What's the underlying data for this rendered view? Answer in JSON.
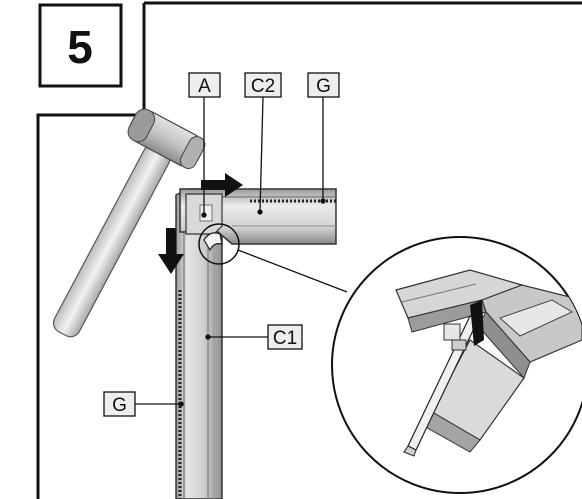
{
  "step_number": "5",
  "labels": {
    "a": "A",
    "c2": "C2",
    "g_top": "G",
    "c1": "C1",
    "g_left": "G"
  },
  "icons": [
    "hammer-icon",
    "arrow-right-icon",
    "arrow-down-icon",
    "magnifier-circle"
  ],
  "colors": {
    "line": "#111111",
    "frame_light": "#dcdcdc",
    "frame_mid": "#b5b5b5",
    "frame_dark": "#7a7a7a",
    "hammer_head": "#c9c9c9",
    "hammer_handle": "#e3e3e3"
  }
}
